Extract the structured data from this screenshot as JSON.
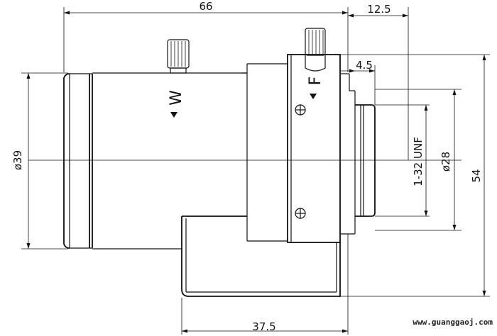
{
  "dimensions": {
    "length_top": "66",
    "back_length": "12.5",
    "flange": "4.5",
    "front_diameter": "ø39",
    "mount_diameter": "ø28",
    "height": "54",
    "thread": "1-32 UNF",
    "base_length": "37.5"
  },
  "marks": {
    "zoom": "W",
    "focus": "F"
  },
  "watermark": "www.guanggaoj.com"
}
